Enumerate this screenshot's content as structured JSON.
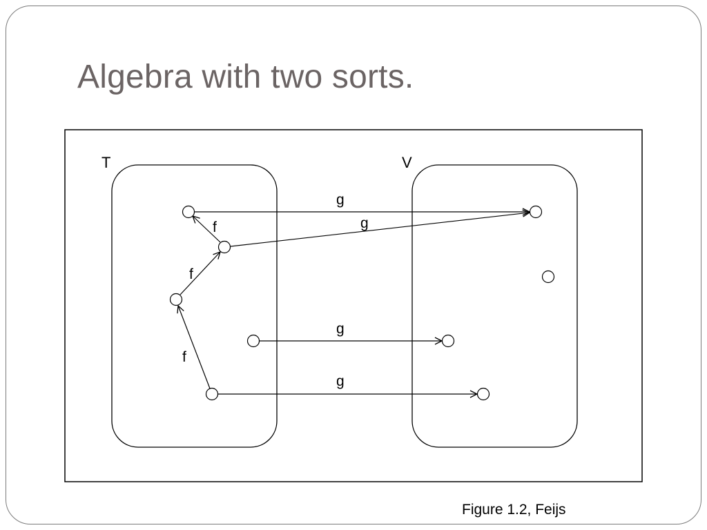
{
  "slide": {
    "title": "Algebra with two sorts."
  },
  "diagram": {
    "sorts": [
      {
        "label": "T"
      },
      {
        "label": "V"
      }
    ],
    "edges": [
      {
        "from": "t1",
        "to": "v1",
        "label": "g"
      },
      {
        "from": "t2",
        "to": "v1",
        "label": "g"
      },
      {
        "from": "t2",
        "to": "t1",
        "label": "f"
      },
      {
        "from": "t3",
        "to": "t2",
        "label": "f"
      },
      {
        "from": "t5",
        "to": "t3",
        "label": "f"
      },
      {
        "from": "t4",
        "to": "v3",
        "label": "g"
      },
      {
        "from": "t5",
        "to": "v4",
        "label": "g"
      }
    ]
  },
  "caption": "Figure 1.2, Feijs"
}
